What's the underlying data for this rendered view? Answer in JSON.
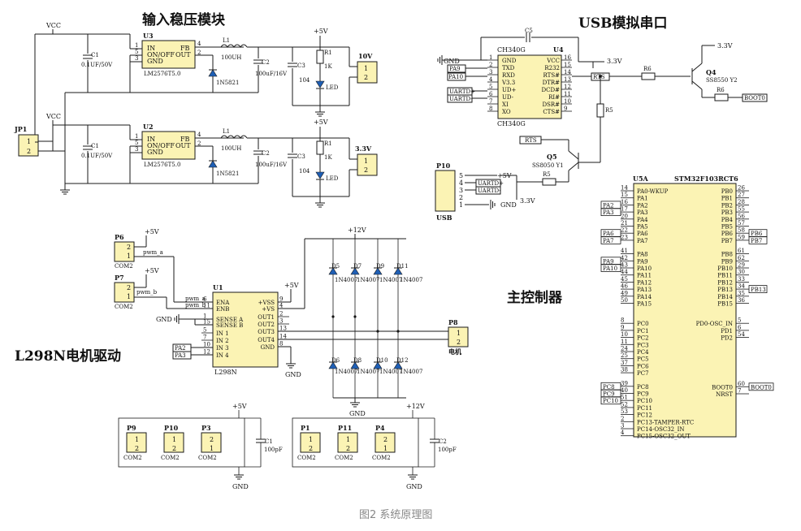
{
  "titles": {
    "regulator": "输入稳压模块",
    "usb_serial": "USB模拟串口",
    "controller": "主控制器",
    "motor": "L298N电机驱动",
    "caption": "图2 系统原理图"
  },
  "reg1": {
    "chip": "U3",
    "part": "LM2576T5.0",
    "pins": [
      "IN",
      "ON/OFF",
      "GND",
      "FB",
      "OUT"
    ],
    "pin_nums": [
      "1",
      "5",
      "3",
      "4",
      "2"
    ],
    "cap_in": "C1",
    "cap_in_val": "0.1UF/50V",
    "inductor": "L1",
    "inductor_val": "100UH",
    "diode": "1N5821",
    "cap_out": "C2",
    "cap_out_val": "100uF/16V",
    "cap3": "C3",
    "cap3_val": "104",
    "res": "R1",
    "res_val": "1K",
    "led": "LED",
    "out_label": "10V",
    "vcc": "VCC",
    "rail": "+5V"
  },
  "reg2": {
    "chip": "U2",
    "part": "LM2576T5.0",
    "pins": [
      "IN",
      "ON/OFF",
      "GND",
      "FB",
      "OUT"
    ],
    "pin_nums": [
      "1",
      "5",
      "3",
      "4",
      "2"
    ],
    "cap_in": "C1",
    "cap_in_val": "0.1UF/50V",
    "inductor": "L1",
    "inductor_val": "100UH",
    "diode": "1N5821",
    "cap_out": "C2",
    "cap_out_val": "100uF/16V",
    "cap3": "C3",
    "cap3_val": "104",
    "res": "R1",
    "res_val": "1K",
    "led": "LED",
    "out_label": "3.3V",
    "vcc": "VCC",
    "rail": "+5V"
  },
  "jp1": {
    "ref": "JP1",
    "pins": [
      "1",
      "2"
    ]
  },
  "ch340": {
    "chip": "U4",
    "part": "CH340G",
    "cap": "C5",
    "gnd": "GND",
    "left_pins": [
      "GND",
      "TXD",
      "RXD",
      "V3.3",
      "UD+",
      "UD-",
      "XI",
      "XO"
    ],
    "left_nums": [
      "1",
      "2",
      "3",
      "4",
      "5",
      "6",
      "7",
      "8"
    ],
    "right_pins": [
      "VCC",
      "R232",
      "RTS#",
      "DTR#",
      "DCD#",
      "RI#",
      "DSR#",
      "CTS#"
    ],
    "right_nums": [
      "16",
      "15",
      "14",
      "13",
      "12",
      "11",
      "10",
      "9"
    ],
    "net_pa9": "PA9",
    "net_pa10": "PA10",
    "net_udp": "UARTD+",
    "net_udm": "UARTD-",
    "v33": "3.3V",
    "rts": "RTS"
  },
  "q4": {
    "ref": "Q4",
    "part": "SS8550 Y2",
    "r6a": "R6",
    "r6b": "R6",
    "boot": "BOOT0",
    "v": "3.3V"
  },
  "q5": {
    "ref": "Q5",
    "part": "SS8050 Y1",
    "r5a": "R5",
    "r5b": "R5",
    "rts": "RTS"
  },
  "usb": {
    "ref": "P10",
    "label": "USB",
    "pins": [
      "5",
      "4",
      "3",
      "2",
      "1"
    ],
    "v5": "+5V",
    "udp": "UARTD+",
    "udm": "UARTD-",
    "gnd": "GND",
    "v33": "3.3V"
  },
  "mcu": {
    "ref": "U5A",
    "part": "STM32F103RCT6",
    "left": [
      {
        "n": "14",
        "p": "PA0-WKUP"
      },
      {
        "n": "15",
        "p": "PA1"
      },
      {
        "n": "16",
        "p": "PA2"
      },
      {
        "n": "17",
        "p": "PA3"
      },
      {
        "n": "20",
        "p": "PA4"
      },
      {
        "n": "21",
        "p": "PA5"
      },
      {
        "n": "22",
        "p": "PA6"
      },
      {
        "n": "23",
        "p": "PA7"
      },
      {
        "n": "41",
        "p": "PA8"
      },
      {
        "n": "42",
        "p": "PA9"
      },
      {
        "n": "43",
        "p": "PA10"
      },
      {
        "n": "44",
        "p": "PA11"
      },
      {
        "n": "45",
        "p": "PA12"
      },
      {
        "n": "46",
        "p": "PA13"
      },
      {
        "n": "49",
        "p": "PA14"
      },
      {
        "n": "50",
        "p": "PA15"
      },
      {
        "n": "8",
        "p": "PC0"
      },
      {
        "n": "9",
        "p": "PC1"
      },
      {
        "n": "10",
        "p": "PC2"
      },
      {
        "n": "11",
        "p": "PC3"
      },
      {
        "n": "24",
        "p": "PC4"
      },
      {
        "n": "25",
        "p": "PC5"
      },
      {
        "n": "37",
        "p": "PC6"
      },
      {
        "n": "38",
        "p": "PC7"
      },
      {
        "n": "39",
        "p": "PC8"
      },
      {
        "n": "40",
        "p": "PC9"
      },
      {
        "n": "51",
        "p": "PC10"
      },
      {
        "n": "52",
        "p": "PC11"
      },
      {
        "n": "53",
        "p": "PC12"
      },
      {
        "n": "2",
        "p": "PC13-TAMPER-RTC"
      },
      {
        "n": "3",
        "p": "PC14-OSC32_IN"
      },
      {
        "n": "4",
        "p": "PC15-OSC32_OUT"
      }
    ],
    "right": [
      {
        "n": "26",
        "p": "PB0"
      },
      {
        "n": "27",
        "p": "PB1"
      },
      {
        "n": "28",
        "p": "PB2"
      },
      {
        "n": "55",
        "p": "PB3"
      },
      {
        "n": "56",
        "p": "PB4"
      },
      {
        "n": "57",
        "p": "PB5"
      },
      {
        "n": "58",
        "p": "PB6"
      },
      {
        "n": "59",
        "p": "PB7"
      },
      {
        "n": "61",
        "p": "PB8"
      },
      {
        "n": "62",
        "p": "PB9"
      },
      {
        "n": "29",
        "p": "PB10"
      },
      {
        "n": "30",
        "p": "PB11"
      },
      {
        "n": "33",
        "p": "PB12"
      },
      {
        "n": "34",
        "p": "PB13"
      },
      {
        "n": "35",
        "p": "PB14"
      },
      {
        "n": "36",
        "p": "PB15"
      },
      {
        "n": "5",
        "p": "PD0-OSC_IN"
      },
      {
        "n": "6",
        "p": "PD1"
      },
      {
        "n": "54",
        "p": "PD2"
      },
      {
        "n": "60",
        "p": "BOOT0"
      },
      {
        "n": "7",
        "p": "NRST"
      }
    ],
    "nets_left": [
      "PA2",
      "PA3",
      "PA6",
      "PA7",
      "PA9",
      "PA10",
      "PC8",
      "PC9",
      "PC10"
    ],
    "nets_right": [
      "PB6",
      "PB7",
      "PB13",
      "BOOT0"
    ]
  },
  "l298": {
    "chip": "U1",
    "part": "L298N",
    "left": [
      {
        "n": "6",
        "p": "ENA"
      },
      {
        "n": "11",
        "p": "ENB"
      },
      {
        "n": "1",
        "p": "SENSE A"
      },
      {
        "n": "15",
        "p": "SENSE B"
      },
      {
        "n": "5",
        "p": "IN 1"
      },
      {
        "n": "7",
        "p": "IN 2"
      },
      {
        "n": "10",
        "p": "IN 3"
      },
      {
        "n": "12",
        "p": "IN 4"
      }
    ],
    "right": [
      {
        "n": "9",
        "p": "+VSS"
      },
      {
        "n": "4",
        "p": "+VS"
      },
      {
        "n": "2",
        "p": "OUT1"
      },
      {
        "n": "3",
        "p": "OUT2"
      },
      {
        "n": "13",
        "p": "OUT3"
      },
      {
        "n": "14",
        "p": "OUT4"
      },
      {
        "n": "8",
        "p": "GND"
      }
    ],
    "pwm_a": "pwm_a",
    "pwm_b": "pwm_b",
    "net_pa2": "PA2",
    "net_pa3": "PA3",
    "gnd": "GND",
    "v5": "+5V",
    "v12": "+12V",
    "diode_part": "1N4007",
    "diodes_top": [
      "D5",
      "D7",
      "D9",
      "D11"
    ],
    "diodes_bot": [
      "D6",
      "D8",
      "D10",
      "D12"
    ],
    "motor_ref": "P8",
    "motor_label": "电机",
    "motor_pins": [
      "1",
      "2"
    ],
    "p6": "P6",
    "p7": "P7",
    "com": "COM2"
  },
  "bottom_left": {
    "refs": [
      "P9",
      "P10",
      "P3"
    ],
    "com": "COM2",
    "cap": "C1",
    "cap_val": "100pF",
    "v": "+5V",
    "gnd": "GND"
  },
  "bottom_right": {
    "refs": [
      "P1",
      "P11",
      "P4"
    ],
    "com": "COM2",
    "cap": "C2",
    "cap_val": "100pF",
    "v": "+12V",
    "gnd": "GND"
  }
}
